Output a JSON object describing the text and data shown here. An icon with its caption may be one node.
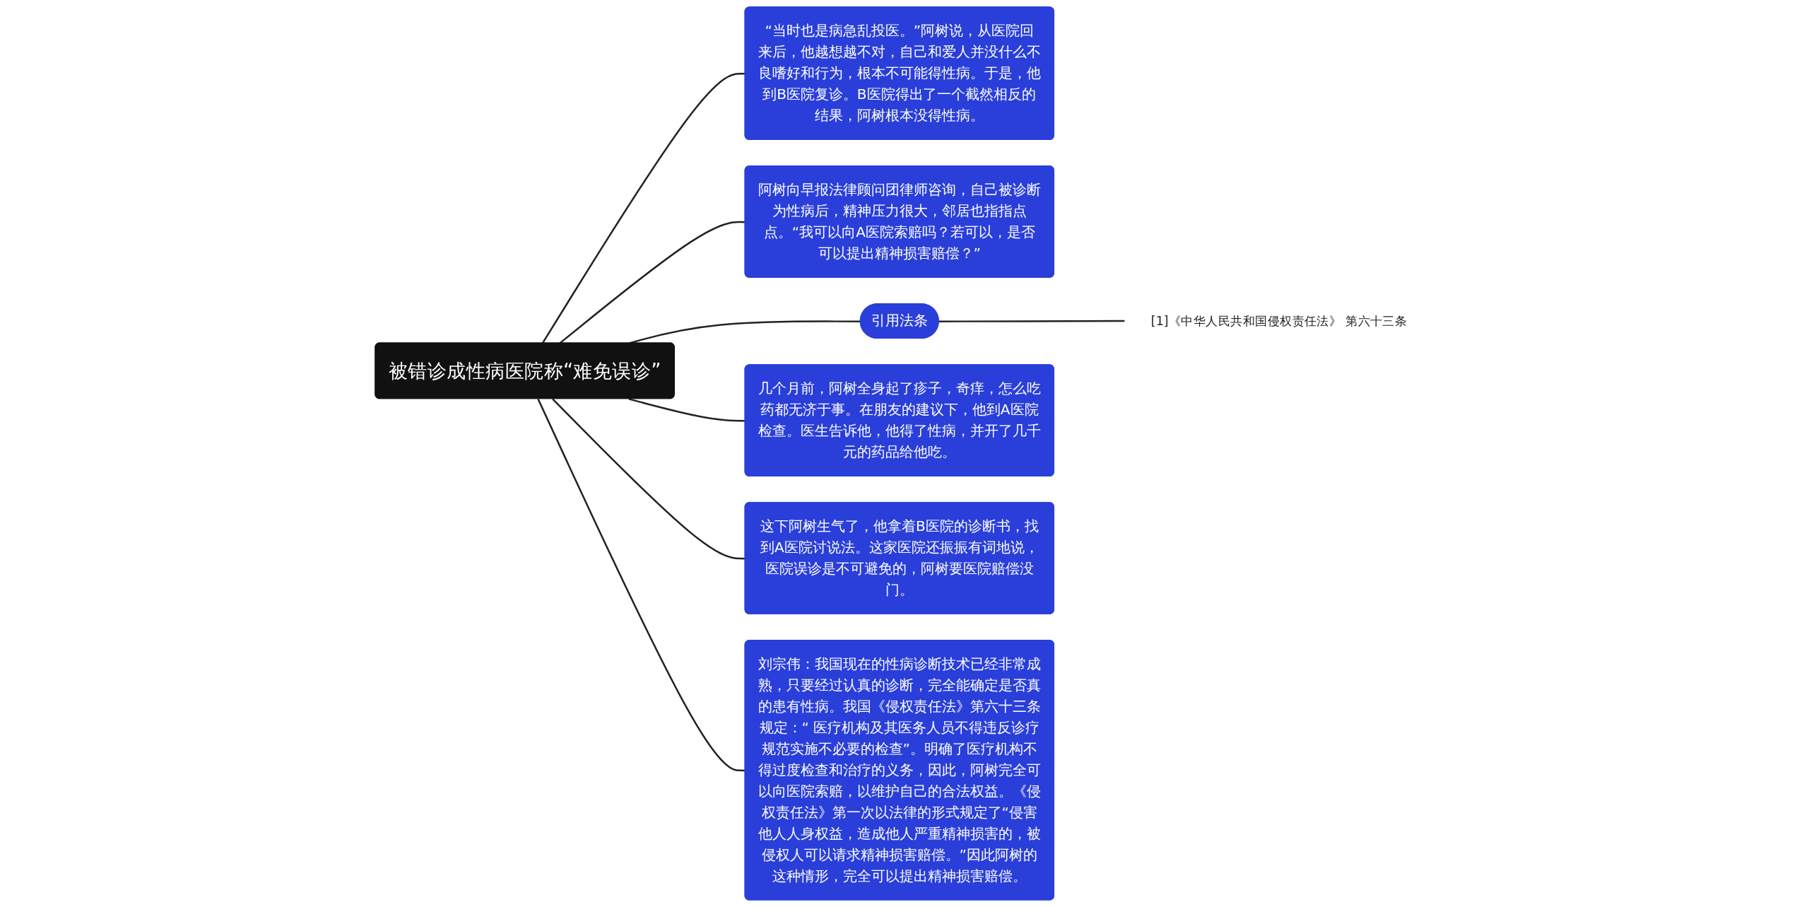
{
  "diagram": {
    "nodes": [
      {
        "text": [
          "被错诊成性病医院称“难免误诊”"
        ]
      },
      {
        "text": [
          "“当时也是病急乱投医。”阿树说，从医院回来后，他越想越不对，自己和爱人并没什么不良嗜好和行为，根本不可能得性病。于是，他到B医院复诊。B医院得出了一个截然相反的结果，阿树根本没得性病。"
        ]
      },
      {
        "text": [
          "阿树向早报法律顾问团律师咨询，自己被诊断为性病后，精神压力很大，邻居也指指点点。“我可以向A医院索赔吗？若可以，是否可以提出精神损害赔偿？”"
        ]
      },
      {
        "text": [
          "引用法条"
        ]
      },
      {
        "text": [
          "[1]《中华人民共和国侵权责任法》 第六十三条"
        ]
      },
      {
        "text": [
          "几个月前，阿树全身起了疹子，奇痒，怎么吃药都无济于事。在朋友的建议下，他到A医院检查。医生告诉他，他得了性病，并开了几千元的药品给他吃。"
        ]
      },
      {
        "text": [
          "这下阿树生气了，他拿着B医院的诊断书，找到A医院讨说法。这家医院还振振有词地说，医院误诊是不可避免的，阿树要医院赔偿没门。"
        ]
      },
      {
        "text": [
          "刘宗伟：我国现在的性病诊断技术已经非常成熟，只要经过认真的诊断，完全能确定是否真的患有性病。我国《侵权责任法》第六十三条规定：“ 医疗机构及其医务人员不得违反诊疗规范实施不必要的检查”。明确了医疗机构不得过度检查和治疗的义务，因此，阿树完全可以向医院索赔，以维护自己的合法权益。《侵权责任法》第一次以法律的形式规定了“侵害他人人身权益，造成他人严重精神损害的，被侵权人可以请求精神损害赔偿。”因此阿树的这种情形，完全可以提出精神损害赔偿。"
        ]
      }
    ],
    "edges": [
      {
        "from": 0,
        "to": 1,
        "arrow": "none"
      },
      {
        "from": 0,
        "to": 2,
        "arrow": "none"
      },
      {
        "from": 0,
        "to": 3,
        "arrow": "none"
      },
      {
        "from": 3,
        "to": 4,
        "arrow": "none"
      },
      {
        "from": 0,
        "to": 5,
        "arrow": "none"
      },
      {
        "from": 0,
        "to": 6,
        "arrow": "none"
      },
      {
        "from": 0,
        "to": 7,
        "arrow": "none"
      }
    ]
  }
}
